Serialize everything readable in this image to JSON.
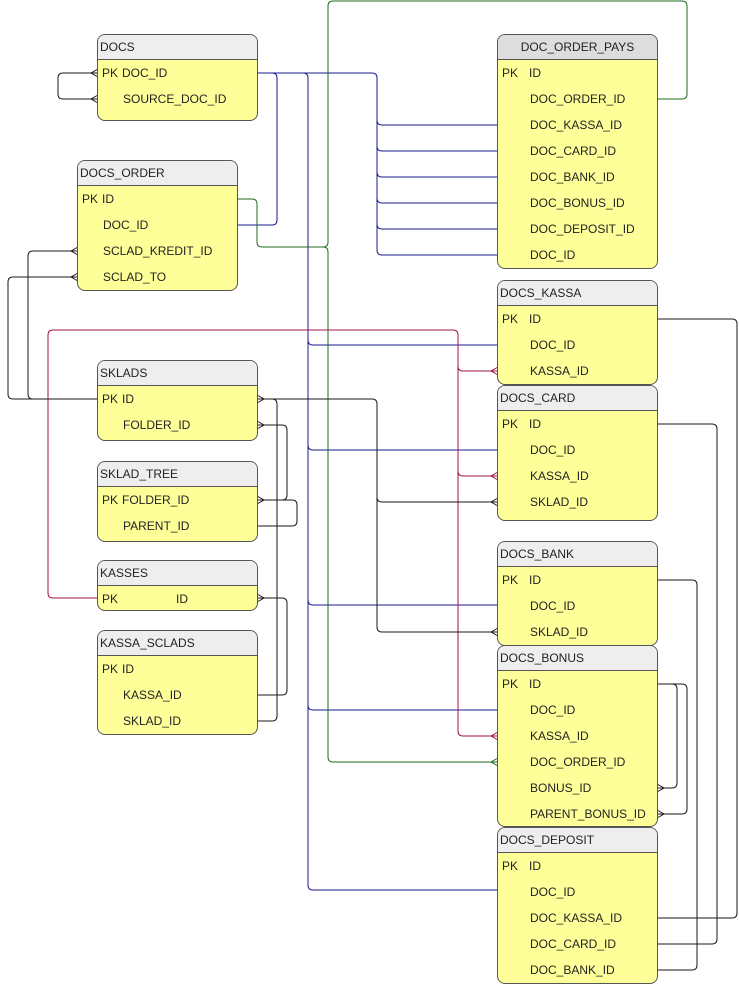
{
  "entities": [
    {
      "id": "docs",
      "title": "DOCS",
      "rows": [
        {
          "key": "PK",
          "name": "DOC_ID"
        },
        {
          "key": "",
          "name": "SOURCE_DOC_ID"
        }
      ]
    },
    {
      "id": "docs_order",
      "title": "DOCS_ORDER",
      "rows": [
        {
          "key": "PK",
          "name": "ID"
        },
        {
          "key": "",
          "name": "DOC_ID"
        },
        {
          "key": "",
          "name": "SCLAD_KREDIT_ID"
        },
        {
          "key": "",
          "name": "SCLAD_TO"
        }
      ]
    },
    {
      "id": "sklads",
      "title": "SKLADS",
      "rows": [
        {
          "key": "PK",
          "name": "ID"
        },
        {
          "key": "",
          "name": "FOLDER_ID"
        }
      ]
    },
    {
      "id": "sklad_tree",
      "title": "SKLAD_TREE",
      "rows": [
        {
          "key": "PK",
          "name": "FOLDER_ID"
        },
        {
          "key": "",
          "name": "PARENT_ID"
        }
      ]
    },
    {
      "id": "kasses",
      "title": "KASSES",
      "rows": [
        {
          "key": "PK",
          "name": "ID"
        }
      ]
    },
    {
      "id": "kassa_sclads",
      "title": "KASSA_SCLADS",
      "rows": [
        {
          "key": "PK",
          "name": "ID"
        },
        {
          "key": "",
          "name": "KASSA_ID"
        },
        {
          "key": "",
          "name": "SKLAD_ID"
        }
      ]
    },
    {
      "id": "doc_order_pays",
      "title": "DOC_ORDER_PAYS",
      "rows": [
        {
          "key": "PK",
          "name": "ID"
        },
        {
          "key": "",
          "name": "DOC_ORDER_ID"
        },
        {
          "key": "",
          "name": "DOC_KASSA_ID"
        },
        {
          "key": "",
          "name": "DOC_CARD_ID"
        },
        {
          "key": "",
          "name": "DOC_BANK_ID"
        },
        {
          "key": "",
          "name": "DOC_BONUS_ID"
        },
        {
          "key": "",
          "name": "DOC_DEPOSIT_ID"
        },
        {
          "key": "",
          "name": "DOC_ID"
        }
      ]
    },
    {
      "id": "docs_kassa",
      "title": "DOCS_KASSA",
      "rows": [
        {
          "key": "PK",
          "name": "ID"
        },
        {
          "key": "",
          "name": "DOC_ID"
        },
        {
          "key": "",
          "name": "KASSA_ID"
        }
      ]
    },
    {
      "id": "docs_card",
      "title": "DOCS_CARD",
      "rows": [
        {
          "key": "PK",
          "name": "ID"
        },
        {
          "key": "",
          "name": "DOC_ID"
        },
        {
          "key": "",
          "name": "KASSA_ID"
        },
        {
          "key": "",
          "name": "SKLAD_ID"
        }
      ]
    },
    {
      "id": "docs_bank",
      "title": "DOCS_BANK",
      "rows": [
        {
          "key": "PK",
          "name": "ID"
        },
        {
          "key": "",
          "name": "DOC_ID"
        },
        {
          "key": "",
          "name": "SKLAD_ID"
        }
      ]
    },
    {
      "id": "docs_bonus",
      "title": "DOCS_BONUS",
      "rows": [
        {
          "key": "PK",
          "name": "ID"
        },
        {
          "key": "",
          "name": "DOC_ID"
        },
        {
          "key": "",
          "name": "KASSA_ID"
        },
        {
          "key": "",
          "name": "DOC_ORDER_ID"
        },
        {
          "key": "",
          "name": "BONUS_ID"
        },
        {
          "key": "",
          "name": "PARENT_BONUS_ID"
        }
      ]
    },
    {
      "id": "docs_deposit",
      "title": "DOCS_DEPOSIT",
      "rows": [
        {
          "key": "PK",
          "name": "ID"
        },
        {
          "key": "",
          "name": "DOC_ID"
        },
        {
          "key": "",
          "name": "DOC_KASSA_ID"
        },
        {
          "key": "",
          "name": "DOC_CARD_ID"
        },
        {
          "key": "",
          "name": "DOC_BANK_ID"
        }
      ]
    }
  ],
  "colors": {
    "entity_fill": "#ffff99",
    "header_fill": "#eeeeee",
    "border": "#555555",
    "relation_blue": "#1a1a8c",
    "relation_green": "#1f6b1f",
    "relation_crimson": "#a0104a",
    "relation_black": "#1a1a1a"
  }
}
